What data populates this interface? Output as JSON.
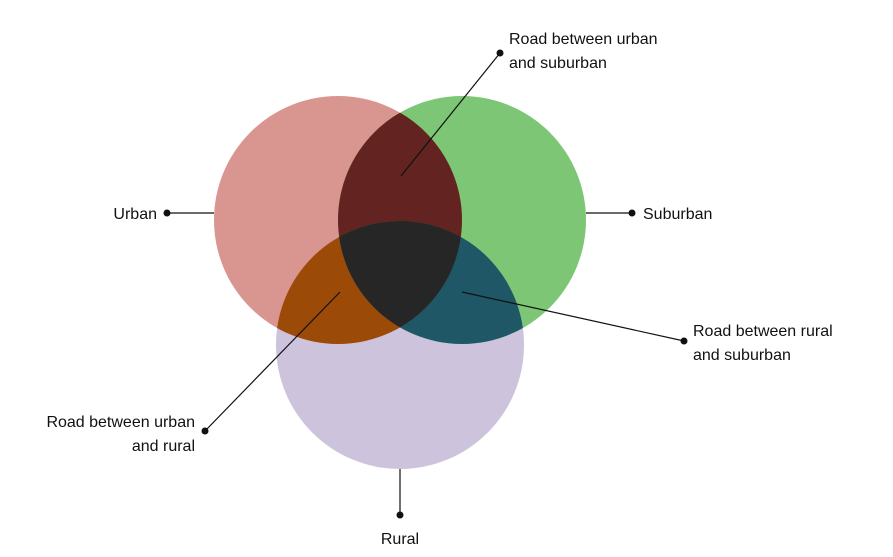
{
  "labels": {
    "urban": "Urban",
    "suburban": "Suburban",
    "rural": "Rural",
    "urban_suburban_line1": "Road between urban",
    "urban_suburban_line2": "and suburban",
    "rural_suburban_line1": "Road between rural",
    "rural_suburban_line2": "and suburban",
    "urban_rural_line1": "Road between urban",
    "urban_rural_line2": "and rural"
  },
  "colors": {
    "urban": "#d9958f",
    "suburban": "#7dc675",
    "rural": "#cdc3dc",
    "urban_suburban": "#632421",
    "urban_rural": "#9c4a08",
    "rural_suburban": "#1f5766",
    "all_three": "#262626"
  }
}
